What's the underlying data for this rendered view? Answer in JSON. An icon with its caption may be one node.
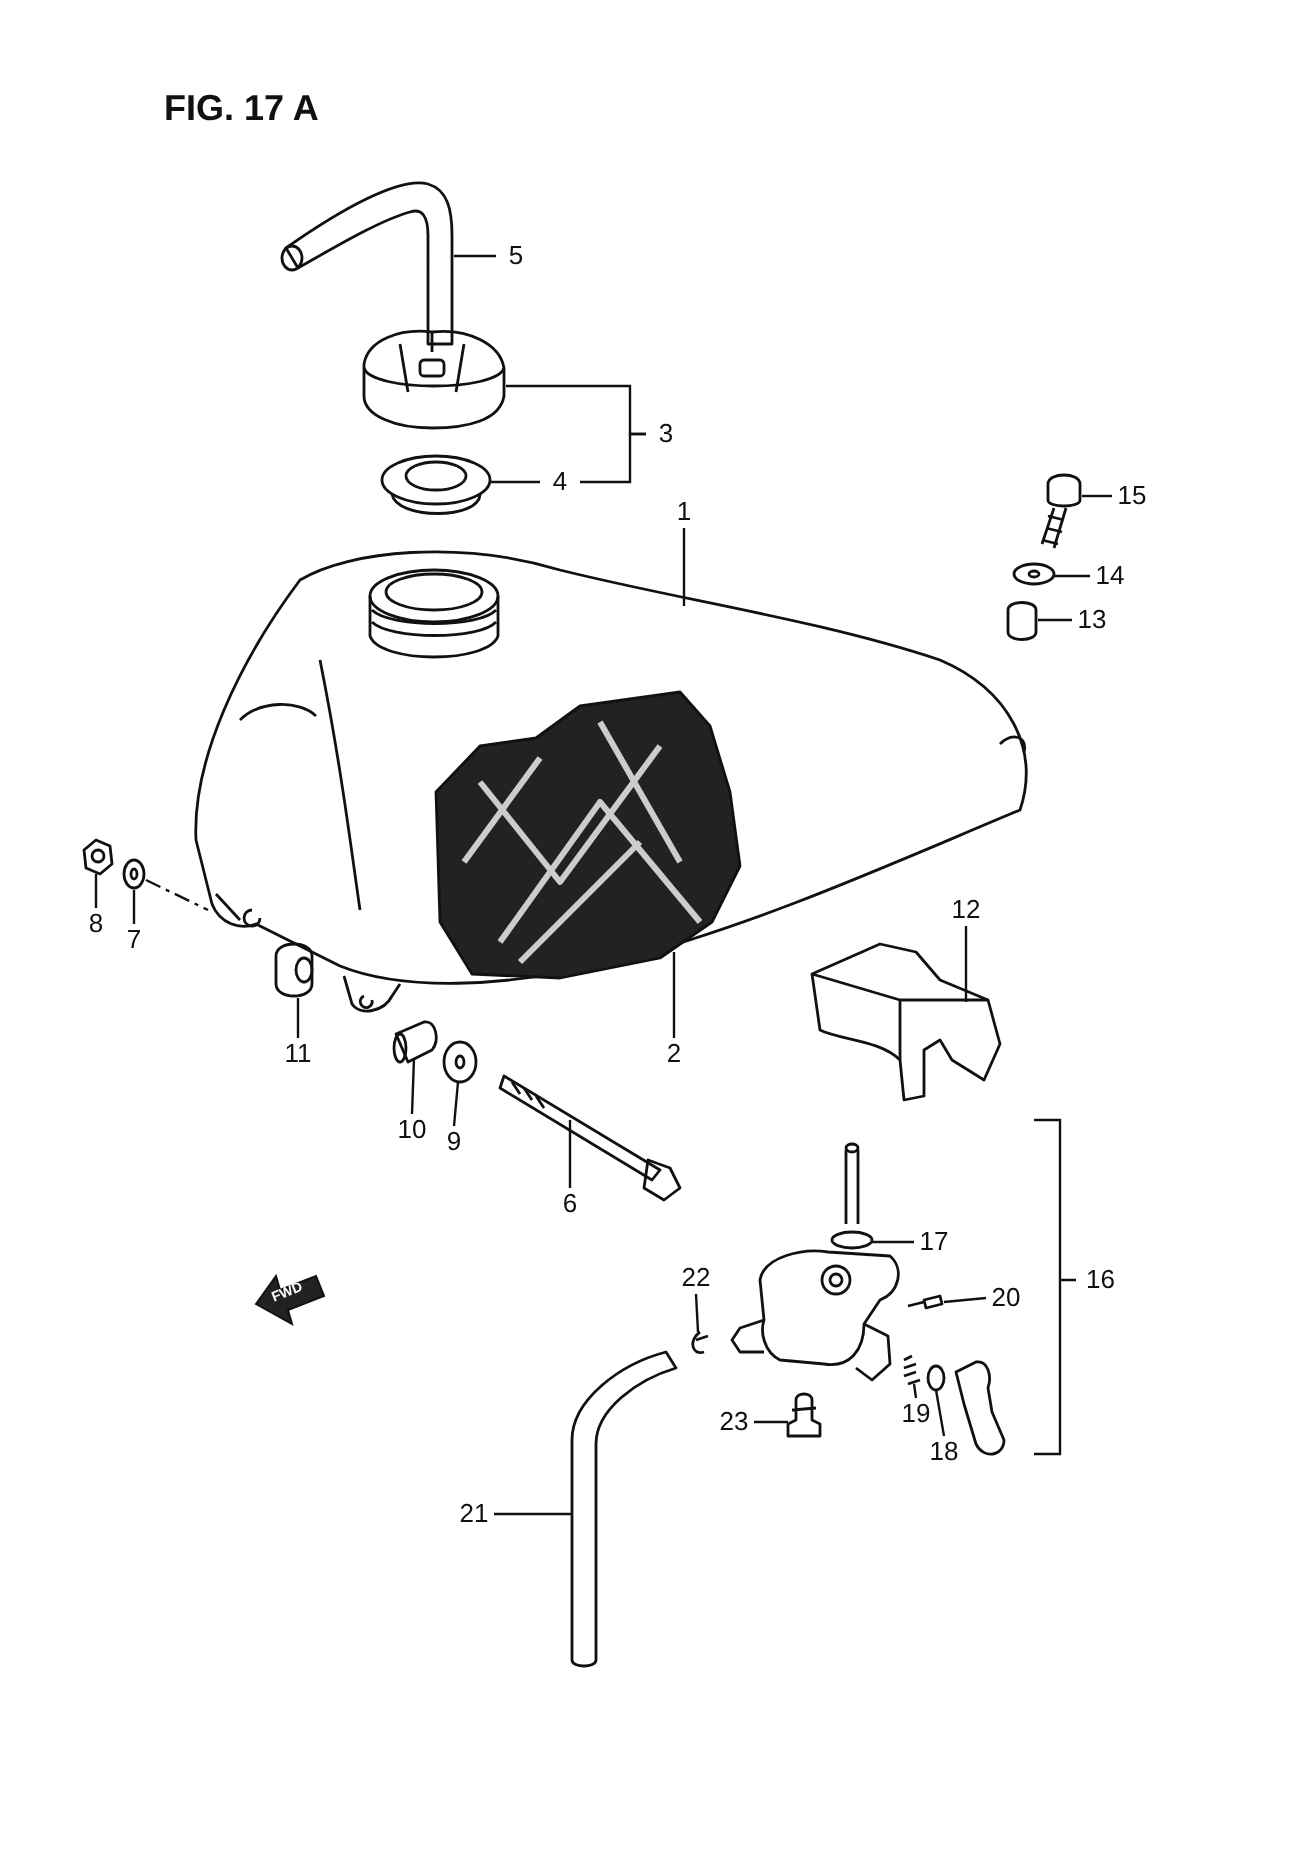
{
  "diagram": {
    "title": "FIG. 17 A",
    "nodes": [
      {
        "text": [
          "1"
        ]
      },
      {
        "text": [
          "2"
        ]
      },
      {
        "text": [
          "3"
        ]
      },
      {
        "text": [
          "4"
        ]
      },
      {
        "text": [
          "5"
        ]
      },
      {
        "text": [
          "6"
        ]
      },
      {
        "text": [
          "7"
        ]
      },
      {
        "text": [
          "8"
        ]
      },
      {
        "text": [
          "9"
        ]
      },
      {
        "text": [
          "10"
        ]
      },
      {
        "text": [
          "11"
        ]
      },
      {
        "text": [
          "12"
        ]
      },
      {
        "text": [
          "13"
        ]
      },
      {
        "text": [
          "14"
        ]
      },
      {
        "text": [
          "15"
        ]
      },
      {
        "text": [
          "17"
        ]
      },
      {
        "text": [
          "18"
        ]
      },
      {
        "text": [
          "19"
        ]
      },
      {
        "text": [
          "20"
        ]
      },
      {
        "text": [
          "21"
        ]
      },
      {
        "text": [
          "22"
        ]
      },
      {
        "text": [
          "23"
        ]
      },
      {
        "text": [],
        "shape": "picture"
      },
      {
        "text": [],
        "shape": "picture"
      },
      {
        "text": [],
        "shape": "picture"
      },
      {
        "text": [],
        "shape": "picture"
      },
      {
        "text": [],
        "shape": "picture",
        "in": 25
      },
      {
        "text": [],
        "shape": "picture"
      },
      {
        "text": [],
        "shape": "picture"
      },
      {
        "text": [],
        "shape": "picture"
      },
      {
        "text": [],
        "shape": "picture"
      },
      {
        "text": [],
        "shape": "picture"
      },
      {
        "text": [],
        "shape": "picture"
      },
      {
        "text": [],
        "shape": "picture"
      },
      {
        "text": [],
        "shape": "picture"
      },
      {
        "text": [],
        "shape": "picture"
      },
      {
        "text": [],
        "shape": "picture"
      },
      {
        "text": [],
        "shape": "picture"
      },
      {
        "text": [],
        "shape": "circle"
      },
      {
        "text": [],
        "shape": "picture"
      },
      {
        "text": [],
        "shape": "picture"
      },
      {
        "text": [],
        "shape": "picture"
      },
      {
        "text": [],
        "shape": "picture"
      },
      {
        "text": [],
        "shape": "picture"
      }
    ],
    "edges": [
      {
        "from": 0,
        "to": 25,
        "arrow": "none"
      },
      {
        "from": 1,
        "to": 26,
        "arrow": "none"
      },
      {
        "from": 2,
        "to": 23,
        "arrow": "none"
      },
      {
        "from": 3,
        "to": 24,
        "arrow": "none"
      },
      {
        "from": 4,
        "to": 22,
        "arrow": "none"
      },
      {
        "from": 5,
        "to": 36,
        "arrow": "none"
      },
      {
        "from": 6,
        "to": 32,
        "arrow": "none"
      },
      {
        "from": 7,
        "to": 31,
        "arrow": "none"
      },
      {
        "from": 8,
        "to": 35,
        "arrow": "none"
      },
      {
        "from": 9,
        "to": 34,
        "arrow": "none"
      },
      {
        "from": 10,
        "to": 33,
        "arrow": "none"
      },
      {
        "from": 11,
        "to": 27,
        "arrow": "none"
      },
      {
        "from": 12,
        "to": 30,
        "arrow": "none"
      },
      {
        "from": 13,
        "to": 29,
        "arrow": "none"
      },
      {
        "from": 14,
        "to": 28,
        "arrow": "none"
      },
      {
        "from": 15,
        "to": 37,
        "arrow": "none"
      },
      {
        "from": 16,
        "to": 38,
        "arrow": "none"
      },
      {
        "from": 17,
        "to": 39,
        "arrow": "none"
      },
      {
        "from": 18,
        "to": 40,
        "arrow": "none"
      },
      {
        "from": 19,
        "to": 41,
        "arrow": "none"
      },
      {
        "from": 20,
        "to": 42,
        "arrow": "none"
      },
      {
        "from": 21,
        "to": 43,
        "arrow": "none"
      },
      {
        "from": 32,
        "to": 25,
        "arrow": "none",
        "style": "dashed"
      },
      {
        "from": 2,
        "to": 3,
        "arrow": "none"
      }
    ],
    "labels": [
      "16",
      "FWD"
    ]
  }
}
